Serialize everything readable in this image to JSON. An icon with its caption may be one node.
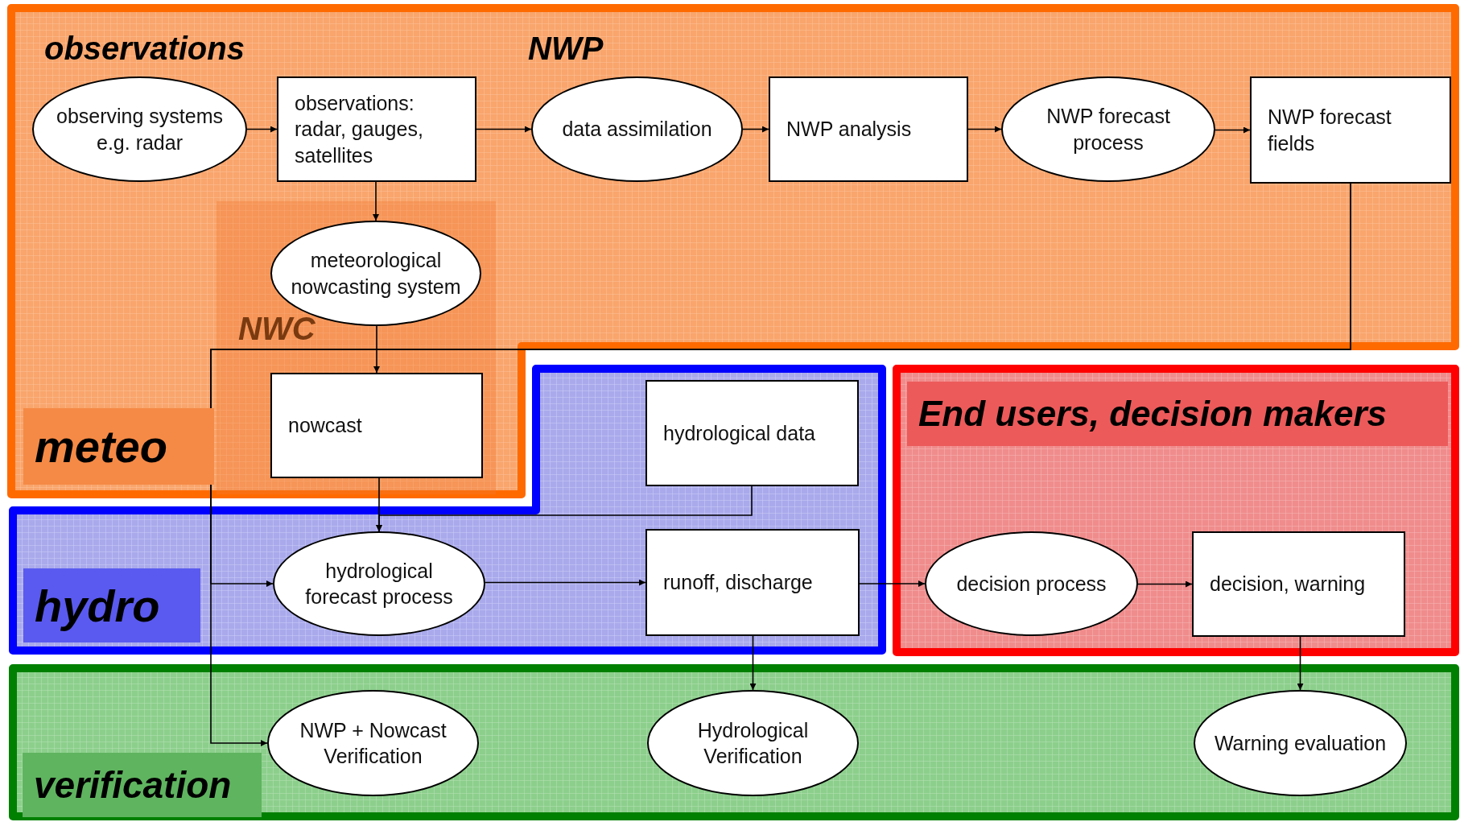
{
  "diagram": {
    "nodes": [
      {
        "text": [
          "meteo"
        ]
      },
      {
        "text": [
          "observing systems e.g. radar"
        ],
        "in": 0
      },
      {
        "text": [
          "observations: radar, gauges, satellites"
        ],
        "in": 0
      },
      {
        "text": [
          "data assimilation"
        ],
        "in": 0
      },
      {
        "text": [
          "NWP analysis"
        ],
        "in": 0
      },
      {
        "text": [
          "NWP forecast process"
        ],
        "in": 0
      },
      {
        "text": [
          "NWP forecast fields"
        ],
        "in": 0
      },
      {
        "text": [
          "meteorological nowcasting system"
        ],
        "in": 0
      },
      {
        "text": [
          "nowcast"
        ],
        "in": 0
      },
      {
        "text": [
          "hydro"
        ]
      },
      {
        "text": [
          "hydrological data"
        ],
        "in": 9
      },
      {
        "text": [
          "hydrological forecast process"
        ],
        "in": 9
      },
      {
        "text": [
          "runoff, discharge"
        ],
        "in": 9
      },
      {
        "text": [
          "End users, decision makers"
        ]
      },
      {
        "text": [
          "decision process"
        ],
        "in": 13
      },
      {
        "text": [
          "decision, warning"
        ],
        "in": 13
      },
      {
        "text": [
          "verification"
        ]
      },
      {
        "text": [
          "NWP + Nowcast Verification"
        ],
        "in": 16
      },
      {
        "text": [
          "Hydrological Verification"
        ],
        "in": 16
      },
      {
        "text": [
          "Warning evaluation"
        ],
        "in": 16
      }
    ],
    "edges": [
      {
        "from": 1,
        "to": 2,
        "arrow": "to"
      },
      {
        "from": 2,
        "to": 3,
        "arrow": "to"
      },
      {
        "from": 3,
        "to": 4,
        "arrow": "to"
      },
      {
        "from": 4,
        "to": 5,
        "arrow": "to"
      },
      {
        "from": 5,
        "to": 6,
        "arrow": "to"
      },
      {
        "from": 2,
        "to": 7,
        "arrow": "to"
      },
      {
        "from": 7,
        "to": 8,
        "arrow": "to"
      },
      {
        "from": 8,
        "to": 11,
        "arrow": "to"
      },
      {
        "from": 10,
        "to": 11,
        "arrow": "to"
      },
      {
        "from": 6,
        "to": 11,
        "arrow": "to"
      },
      {
        "from": 6,
        "to": 17,
        "arrow": "to"
      },
      {
        "from": 11,
        "to": 12,
        "arrow": "to"
      },
      {
        "from": 12,
        "to": 14,
        "arrow": "to"
      },
      {
        "from": 14,
        "to": 15,
        "arrow": "to"
      },
      {
        "from": 12,
        "to": 18,
        "arrow": "to"
      },
      {
        "from": 15,
        "to": 19,
        "arrow": "to"
      }
    ],
    "labels": [
      "observations",
      "NWP",
      "NWC"
    ]
  }
}
